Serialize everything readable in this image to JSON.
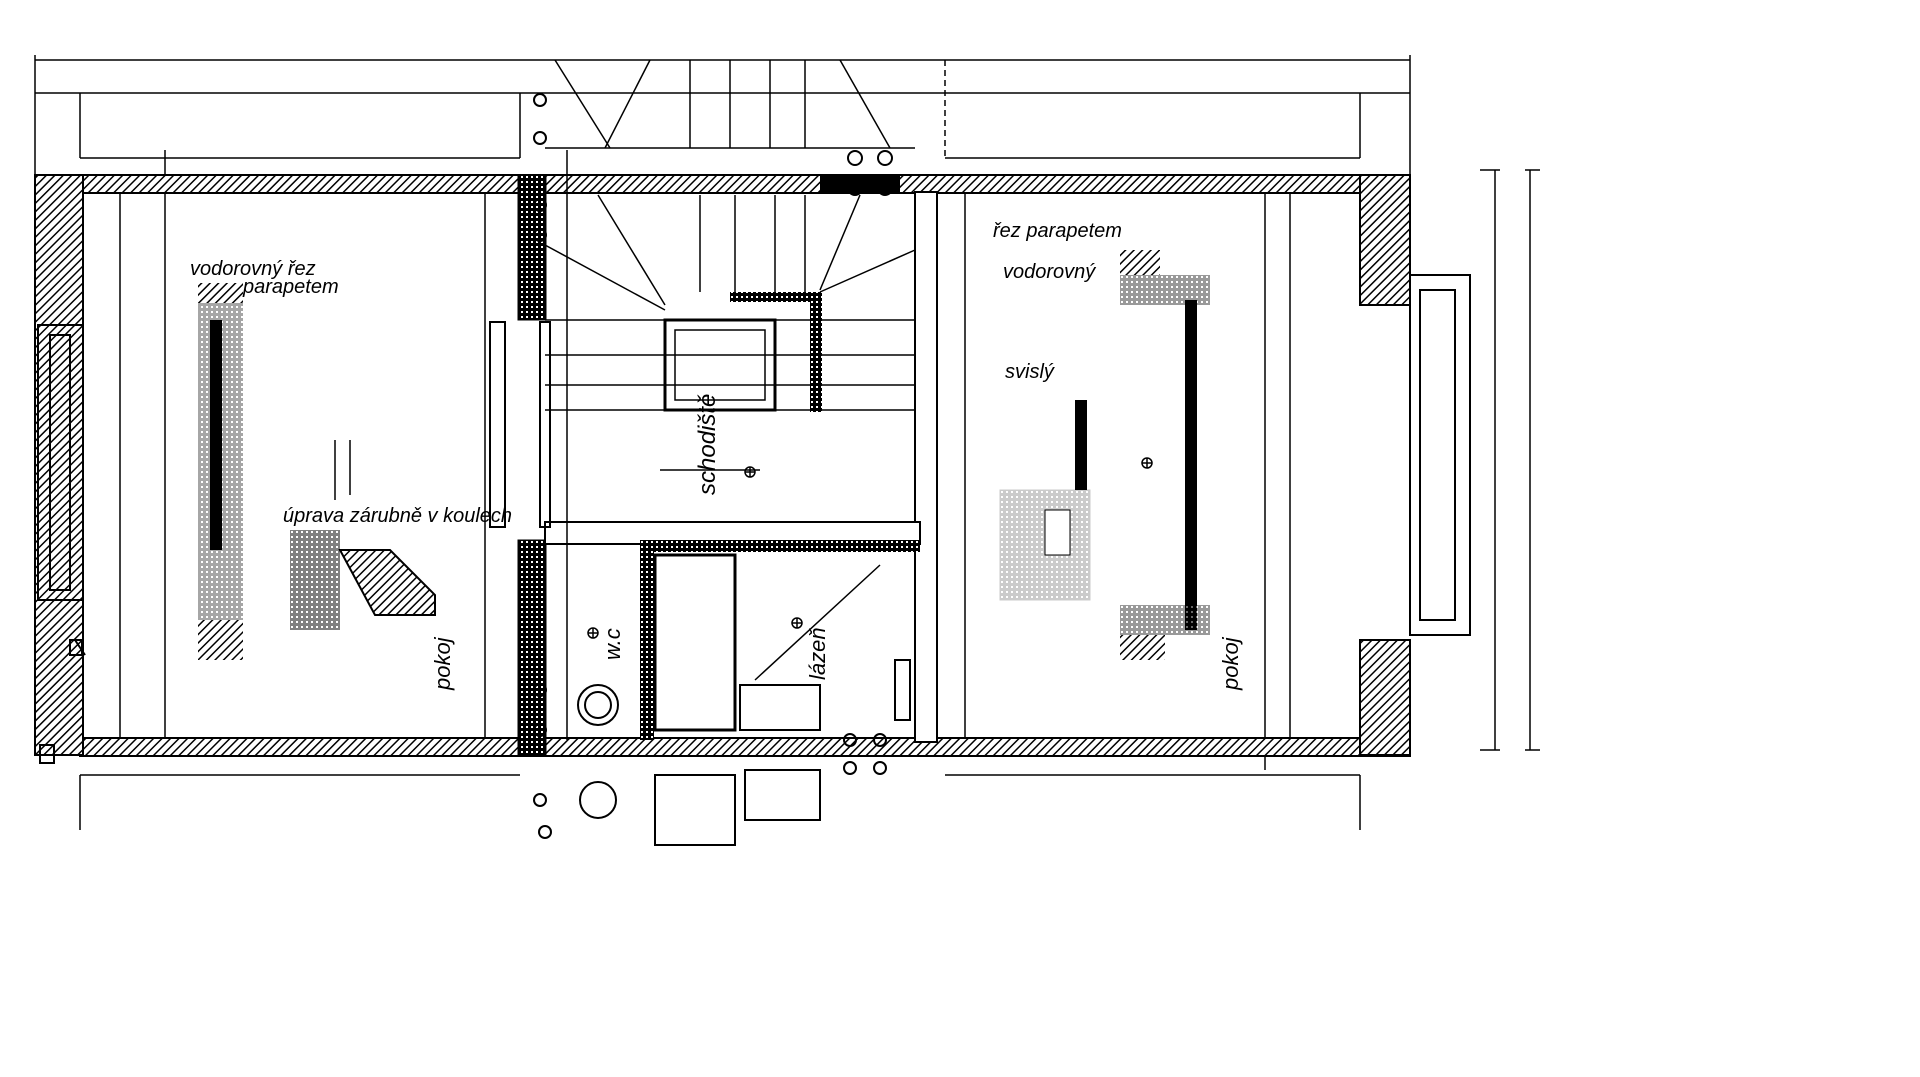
{
  "drawing": {
    "type": "floor plan",
    "labels": {
      "left_detail_title_1": "vodorovný řez",
      "left_detail_title_2": "parapetem",
      "door_frame_detail": "úprava zárubně v koulech",
      "room_left": "pokoj",
      "staircase": "schodiště",
      "wc": "w.c",
      "bathroom": "lázeň",
      "right_detail_title": "řez parapetem",
      "right_detail_horizontal": "vodorovný",
      "right_detail_vertical": "svislý",
      "room_right": "pokoj"
    },
    "colors": {
      "ink": "#000000",
      "paper": "#ffffff"
    }
  }
}
